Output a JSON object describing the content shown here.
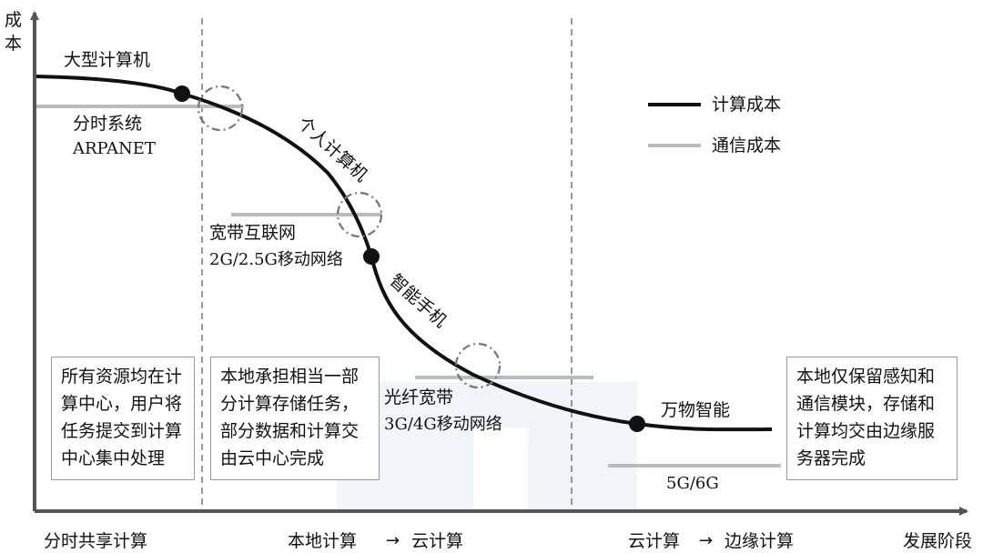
{
  "axes": {
    "y_label_chars": [
      "成",
      "本"
    ],
    "x_label": "发展阶段"
  },
  "stages": {
    "stage1": "分时共享计算",
    "stage2_a": "本地计算",
    "stage2_arrow": "→",
    "stage2_b": "云计算",
    "stage3_a": "云计算",
    "stage3_arrow": "→",
    "stage3_b": "边缘计算"
  },
  "legend": {
    "compute": "计算成本",
    "comm": "通信成本",
    "compute_color": "#111111",
    "comm_color": "#bbbbbb"
  },
  "labels": {
    "mainframe": "大型计算机",
    "timesharing": "分时系统",
    "arpanet": "ARPANET",
    "pc": "个人计算机",
    "broadband": "宽带互联网",
    "mobile_2g": "2G/2.5G移动网络",
    "smartphone": "智能手机",
    "fiber": "光纤宽带",
    "mobile_3g": "3G/4G移动网络",
    "iot": "万物智能",
    "mobile_5g": "5G/6G"
  },
  "boxes": {
    "box1": [
      "所有资源均在计",
      "算中心，用户将",
      "任务提交到计算",
      "中心集中处理"
    ],
    "box2": [
      "本地承担相当一部",
      "分计算存储任务，",
      "部分数据和计算交",
      "由云中心完成"
    ],
    "box3": [
      "本地仅保留感知和",
      "通信模块，存储和",
      "计算均交由边缘服",
      "务器完成"
    ]
  }
}
